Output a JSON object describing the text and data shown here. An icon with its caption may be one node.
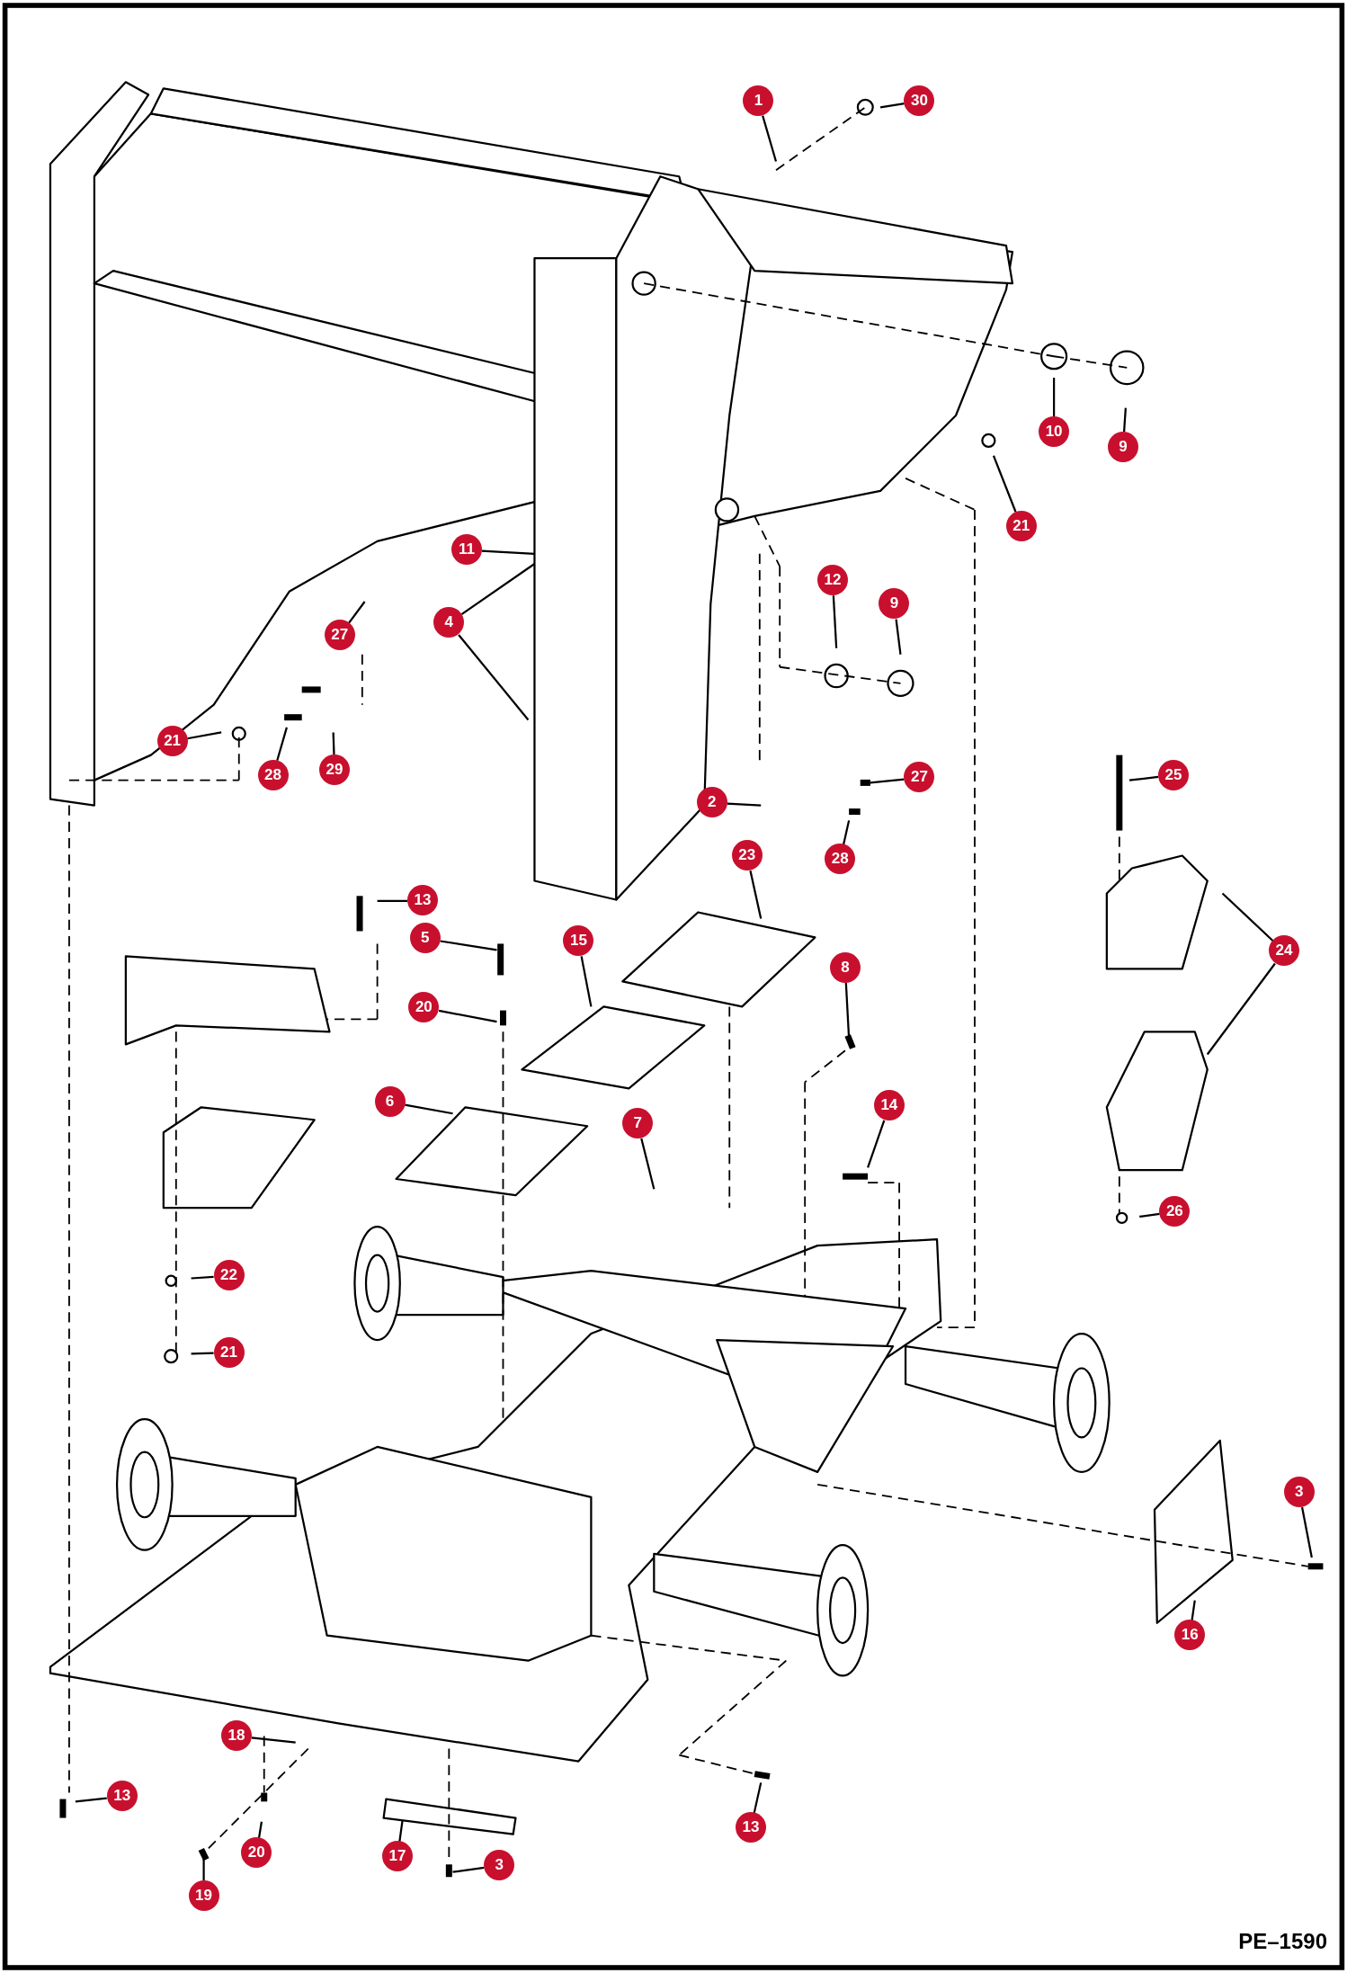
{
  "diagram": {
    "nodes": [
      {
        "text": [
          "1"
        ]
      },
      {
        "text": [
          "30"
        ]
      },
      {
        "text": [
          "10"
        ]
      },
      {
        "text": [
          "9"
        ]
      },
      {
        "text": [
          "21"
        ]
      },
      {
        "text": [
          "11"
        ]
      },
      {
        "text": [
          "4"
        ]
      },
      {
        "text": [
          "12"
        ]
      },
      {
        "text": [
          "9"
        ]
      },
      {
        "text": [
          "27"
        ]
      },
      {
        "text": [
          "21"
        ]
      },
      {
        "text": [
          "28"
        ]
      },
      {
        "text": [
          "29"
        ]
      },
      {
        "text": [
          "27"
        ]
      },
      {
        "text": [
          "2"
        ]
      },
      {
        "text": [
          "28"
        ]
      },
      {
        "text": [
          "23"
        ]
      },
      {
        "text": [
          "25"
        ]
      },
      {
        "text": [
          "13"
        ]
      },
      {
        "text": [
          "5"
        ]
      },
      {
        "text": [
          "15"
        ]
      },
      {
        "text": [
          "24"
        ]
      },
      {
        "text": [
          "8"
        ]
      },
      {
        "text": [
          "20"
        ]
      },
      {
        "text": [
          "6"
        ]
      },
      {
        "text": [
          "7"
        ]
      },
      {
        "text": [
          "14"
        ]
      },
      {
        "text": [
          "26"
        ]
      },
      {
        "text": [
          "22"
        ]
      },
      {
        "text": [
          "21"
        ]
      },
      {
        "text": [
          "3"
        ]
      },
      {
        "text": [
          "16"
        ]
      },
      {
        "text": [
          "18"
        ]
      },
      {
        "text": [
          "13"
        ]
      },
      {
        "text": [
          "20"
        ]
      },
      {
        "text": [
          "17"
        ]
      },
      {
        "text": [
          "3"
        ]
      },
      {
        "text": [
          "19"
        ]
      },
      {
        "text": [
          "13"
        ]
      }
    ],
    "edges": [
      {
        "from": 0,
        "to": null,
        "arrow": "none"
      },
      {
        "from": 1,
        "to": null,
        "arrow": "none"
      },
      {
        "from": 2,
        "to": null,
        "arrow": "none"
      },
      {
        "from": 3,
        "to": null,
        "arrow": "none"
      },
      {
        "from": 4,
        "to": null,
        "arrow": "none"
      },
      {
        "from": 5,
        "to": null,
        "arrow": "none"
      },
      {
        "from": 6,
        "to": null,
        "arrow": "none"
      },
      {
        "from": 6,
        "to": null,
        "arrow": "none"
      },
      {
        "from": 7,
        "to": null,
        "arrow": "none"
      },
      {
        "from": 8,
        "to": null,
        "arrow": "none"
      },
      {
        "from": 9,
        "to": null,
        "arrow": "none"
      },
      {
        "from": 10,
        "to": null,
        "arrow": "none"
      },
      {
        "from": 11,
        "to": null,
        "arrow": "none"
      },
      {
        "from": 12,
        "to": null,
        "arrow": "none"
      },
      {
        "from": 13,
        "to": null,
        "arrow": "none"
      },
      {
        "from": 14,
        "to": null,
        "arrow": "none"
      },
      {
        "from": 15,
        "to": null,
        "arrow": "none"
      },
      {
        "from": 16,
        "to": null,
        "arrow": "none"
      },
      {
        "from": 17,
        "to": null,
        "arrow": "none"
      },
      {
        "from": 18,
        "to": null,
        "arrow": "none"
      },
      {
        "from": 19,
        "to": null,
        "arrow": "none"
      },
      {
        "from": 20,
        "to": null,
        "arrow": "none"
      },
      {
        "from": 21,
        "to": null,
        "arrow": "none"
      },
      {
        "from": 21,
        "to": null,
        "arrow": "none"
      },
      {
        "from": 22,
        "to": null,
        "arrow": "none"
      },
      {
        "from": 23,
        "to": null,
        "arrow": "none"
      },
      {
        "from": 24,
        "to": null,
        "arrow": "none"
      },
      {
        "from": 25,
        "to": null,
        "arrow": "none"
      },
      {
        "from": 26,
        "to": null,
        "arrow": "none"
      },
      {
        "from": 27,
        "to": null,
        "arrow": "none"
      },
      {
        "from": 28,
        "to": null,
        "arrow": "none"
      },
      {
        "from": 29,
        "to": null,
        "arrow": "none"
      },
      {
        "from": 30,
        "to": null,
        "arrow": "none"
      },
      {
        "from": 31,
        "to": null,
        "arrow": "none"
      },
      {
        "from": 32,
        "to": null,
        "arrow": "none"
      },
      {
        "from": 33,
        "to": null,
        "arrow": "none"
      },
      {
        "from": 34,
        "to": null,
        "arrow": "none"
      },
      {
        "from": 35,
        "to": null,
        "arrow": "none"
      },
      {
        "from": 36,
        "to": null,
        "arrow": "none"
      },
      {
        "from": 37,
        "to": null,
        "arrow": "none"
      },
      {
        "from": 38,
        "to": null,
        "arrow": "none"
      }
    ],
    "labels": [
      "PE–1590"
    ]
  }
}
